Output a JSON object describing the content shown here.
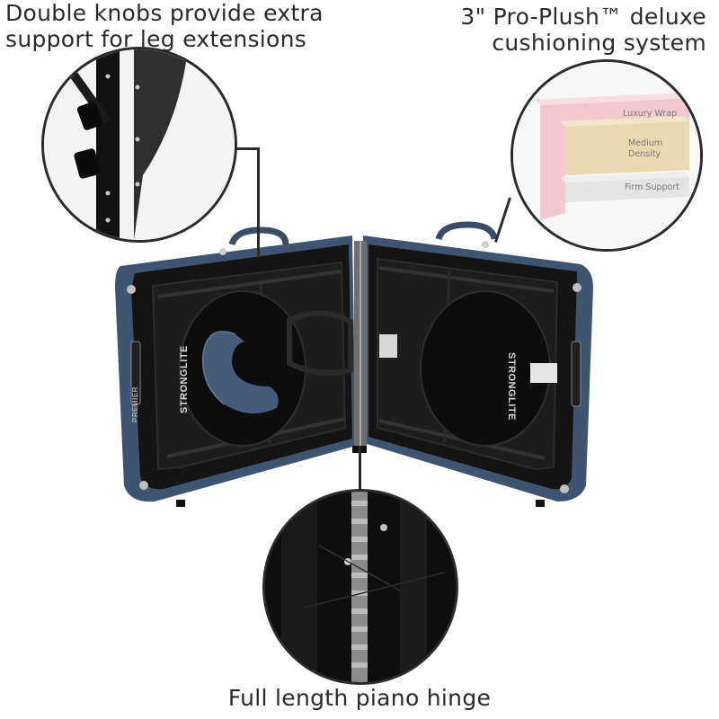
{
  "callouts": {
    "knobs": {
      "line1": "Double knobs provide extra",
      "line2": "support for leg extensions"
    },
    "cushion": {
      "line1": "3\" Pro-Plush™ deluxe",
      "line2": "cushioning system"
    },
    "hinge": {
      "text": "Full length piano hinge"
    }
  },
  "foam_layers": {
    "top": "Luxury Wrap",
    "middle_line1": "Medium",
    "middle_line2": "Density",
    "bottom": "Firm Support"
  },
  "brand": {
    "name": "STRONGLITE",
    "model": "PREMIER"
  },
  "colors": {
    "table_edge": "#3f5470",
    "table_face": "#121212",
    "foam_top": "#f2c9cf",
    "foam_middle": "#ead9b0",
    "foam_bottom": "#e4e4e4",
    "line": "#2b2b2b"
  }
}
